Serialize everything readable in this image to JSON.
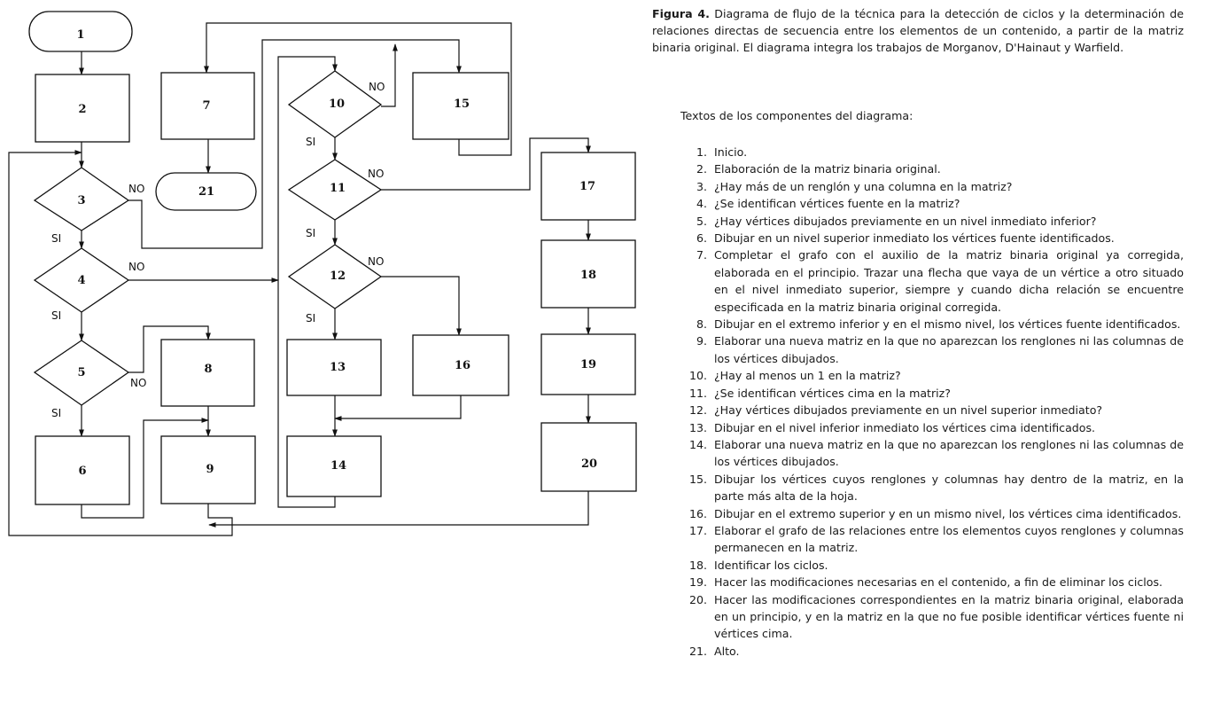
{
  "caption": {
    "label": "Figura 4.",
    "text": "Diagrama de flujo de la técnica para la detección de ciclos y la determinación de relaciones directas de secuencia entre los elementos de un contenido, a partir de la matriz binaria original. El diagrama integra los trabajos de Morganov, D'Hainaut y Warfield."
  },
  "legend_title": "Textos de los componentes del diagrama:",
  "legend": [
    {
      "num": "1.",
      "text": "Inicio."
    },
    {
      "num": "2.",
      "text": "Elaboración de la matriz binaria original."
    },
    {
      "num": "3.",
      "text": "¿Hay más de un renglón y una columna en la matriz?"
    },
    {
      "num": "4.",
      "text": "¿Se identifican vértices fuente en la matriz?"
    },
    {
      "num": "5.",
      "text": "¿Hay vértices dibujados previamente en un nivel inmediato inferior?"
    },
    {
      "num": "6.",
      "text": "Dibujar en un nivel superior inmediato los vértices fuente identificados."
    },
    {
      "num": "7.",
      "text": "Completar el grafo con el auxilio de la matriz binaria original ya corregida, elaborada en el principio. Trazar una flecha que vaya de un vértice a otro situado en el nivel inmediato superior, siempre y cuando dicha relación se encuentre especificada en la matriz binaria original corregida."
    },
    {
      "num": "8.",
      "text": "Dibujar en el extremo inferior y en el mismo nivel, los vértices fuente identificados."
    },
    {
      "num": "9.",
      "text": "Elaborar una nueva matriz en la que no aparezcan los renglones ni las columnas de los vértices dibujados."
    },
    {
      "num": "10.",
      "text": "¿Hay al menos un 1 en la matriz?"
    },
    {
      "num": "11.",
      "text": "¿Se identifican vértices cima en la matriz?"
    },
    {
      "num": "12.",
      "text": "¿Hay vértices dibujados previamente en un nivel superior inmediato?"
    },
    {
      "num": "13.",
      "text": "Dibujar en el nivel inferior inmediato los vértices cima identificados."
    },
    {
      "num": "14.",
      "text": "Elaborar una nueva matriz en la que no aparezcan los renglones ni las columnas de los vértices dibujados."
    },
    {
      "num": "15.",
      "text": "Dibujar los vértices cuyos renglones y columnas hay dentro de la matriz, en la parte más alta de la hoja."
    },
    {
      "num": "16.",
      "text": "Dibujar en el extremo superior y en un mismo nivel, los vértices cima identificados."
    },
    {
      "num": "17.",
      "text": "Elaborar el grafo de las relaciones entre los elementos cuyos renglones y columnas permanecen en la matriz."
    },
    {
      "num": "18.",
      "text": "Identificar los ciclos."
    },
    {
      "num": "19.",
      "text": "Hacer las modificaciones necesarias en el contenido, a fin de eliminar los ciclos."
    },
    {
      "num": "20.",
      "text": "Hacer las modificaciones correspondientes en la matriz binaria original, elaborada en un principio, y en la matriz en la que no fue posible identificar vértices fuente ni vértices cima."
    },
    {
      "num": "21.",
      "text": "Alto."
    }
  ],
  "nodes": {
    "n1": "1",
    "n2": "2",
    "n3": "3",
    "n4": "4",
    "n5": "5",
    "n6": "6",
    "n7": "7",
    "n8": "8",
    "n9": "9",
    "n10": "10",
    "n11": "11",
    "n12": "12",
    "n13": "13",
    "n14": "14",
    "n15": "15",
    "n16": "16",
    "n17": "17",
    "n18": "18",
    "n19": "19",
    "n20": "20",
    "n21": "21"
  },
  "labels": {
    "yes": "SI",
    "no": "NO"
  }
}
